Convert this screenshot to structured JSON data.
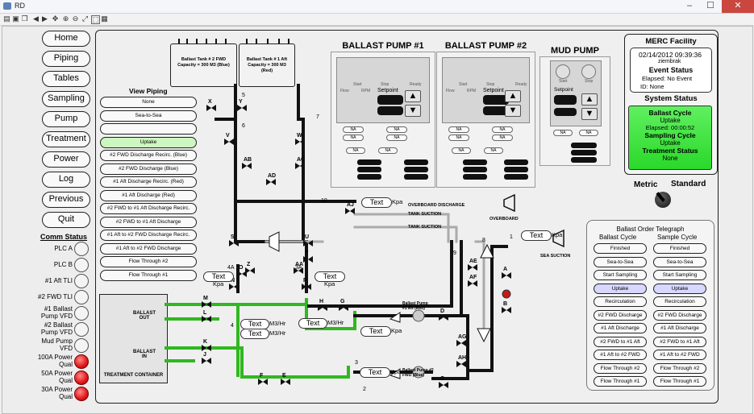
{
  "window": {
    "title": "RD"
  },
  "nav": [
    "Home",
    "Piping",
    "Tables",
    "Sampling",
    "Pump",
    "Treatment",
    "Power",
    "Log",
    "Previous",
    "Quit"
  ],
  "view_piping": {
    "title": "View Piping",
    "options": [
      "None",
      "Sea-to-Sea",
      "",
      "Uptake",
      "#2 FWD Discharge Recirc. (Blue)",
      "#2 FWD Discharge (Blue)",
      "#1 Aft Discharge Recirc. (Red)",
      "#1 Aft Discharge (Red)",
      "#2 FWD to #1 Aft Discharge Recirc.",
      "#2 FWD to #1 Aft Discharge",
      "#1 Aft to #2 FWD Discharge Recirc.",
      "#1 Aft to #2 FWD Discharge",
      "Flow Through #2",
      "Flow Through #1"
    ],
    "selected": "Uptake"
  },
  "comm_status": {
    "title": "Comm Status",
    "items": [
      {
        "label": "PLC A",
        "state": "off"
      },
      {
        "label": "PLC B",
        "state": "off"
      },
      {
        "label": "#1 Aft TLI",
        "state": "off"
      },
      {
        "label": "#2 FWD TLI",
        "state": "off"
      },
      {
        "label": "#1 Ballast Pump VFD",
        "state": "off"
      },
      {
        "label": "#2 Ballast Pump VFD",
        "state": "off"
      },
      {
        "label": "Mud Pump VFD",
        "state": "off"
      },
      {
        "label": "100A Power Qual",
        "state": "red"
      },
      {
        "label": "50A Power Qual",
        "state": "red"
      },
      {
        "label": "30A Power Qual",
        "state": "red"
      }
    ]
  },
  "tanks": {
    "fwd": "Ballast Tank # 2 FWD Capacity = 300 M3 (Blue)",
    "aft": "Ballast Tank # 1 Aft Capacity = 300 M3 (Red)"
  },
  "treatment": {
    "out": "BALLAST OUT",
    "in": "BALLAST IN",
    "label": "TREATMENT CONTAINER"
  },
  "pumps": {
    "p1": {
      "title": "BALLAST PUMP #1",
      "flow": "Flow",
      "rpm": "RPM",
      "setpoint": "Setpoint",
      "start": "Start",
      "stop": "Stop",
      "ready": "Ready"
    },
    "p2": {
      "title": "BALLAST PUMP #2",
      "flow": "Flow",
      "rpm": "RPM",
      "setpoint": "Setpoint",
      "start": "Start",
      "stop": "Stop",
      "ready": "Ready"
    },
    "mud": {
      "title": "MUD PUMP",
      "setpoint": "Setpoint",
      "start": "Start",
      "stop": "Stop"
    },
    "na": "NA"
  },
  "valves": [
    "X",
    "Y",
    "V",
    "W",
    "AB",
    "AC",
    "AD",
    "S",
    "T",
    "U",
    "Z",
    "AA",
    "P",
    "N",
    "O",
    "M",
    "L",
    "K",
    "J",
    "H",
    "G",
    "F",
    "E",
    "AJ",
    "AE",
    "AF",
    "AG",
    "AH",
    "A",
    "B",
    "C",
    "D"
  ],
  "valve_numbers": [
    "5",
    "6",
    "7",
    "10",
    "8",
    "9",
    "1",
    "2",
    "3",
    "4",
    "4A",
    "3A"
  ],
  "lines": {
    "overboard_discharge": "OVERBOARD DISCHARGE",
    "tank_suction1": "TANK SUCTION",
    "tank_suction2": "TANK SUCTION",
    "overboard": "OVERBOARD",
    "sea_suction": "SEA SUCTION",
    "pump1": "Ballast Pump #1 Aft (Red)",
    "pump2": "Ballast Pump #2 FWD (Blue)"
  },
  "readouts": {
    "text": "Text",
    "kpa": "Kpa",
    "m3hr": "M3/Hr"
  },
  "merc": {
    "title": "MERC Facility",
    "datetime": "02/14/2012 09:39:36",
    "user": "ziembrak",
    "event_title": "Event Status",
    "elapsed_event": "Elapsed: No Event",
    "id": "ID:   None",
    "system_title": "System Status",
    "ballast_cycle_title": "Ballast Cycle",
    "ballast_cycle": "Uptake",
    "elapsed": "Elapsed:     00:00:52",
    "sampling_title": "Sampling Cycle",
    "sampling": "Uptake",
    "treatment_title": "Treatment Status",
    "treatment": "None"
  },
  "units": {
    "metric": "Metric",
    "standard": "Standard"
  },
  "telegraph": {
    "title": "Ballast Order Telegraph",
    "col1": "Ballast Cycle",
    "col2": "Sample Cycle",
    "ballast": [
      "Finished",
      "Sea-to-Sea",
      "Start Sampling",
      "Uptake",
      "Recirculation",
      "#2 FWD Discharge",
      "#1 Aft Discharge",
      "#2 FWD to #1 Aft",
      "#1 Aft to #2 FWD",
      "Flow Through #2",
      "Flow Through #1"
    ],
    "sample": [
      "Finished",
      "Sea-to-Sea",
      "Start Sampling",
      "Uptake",
      "Recirculation",
      "#2 FWD Discharge",
      "#1 Aft Discharge",
      "#2 FWD to #1 Aft",
      "#1 Aft to #2 FWD",
      "Flow Through #2",
      "Flow Through #1"
    ],
    "selected": "Uptake"
  },
  "colors": {
    "green_pipe": "#2fb81f",
    "black_pipe": "#111111",
    "status_green": "#3be23b",
    "alarm_red": "#e0161a"
  }
}
